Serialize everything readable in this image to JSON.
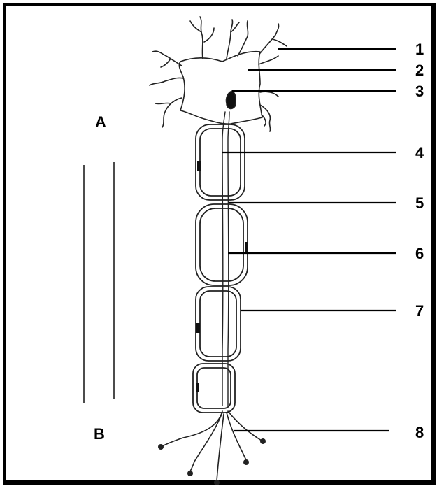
{
  "figure": {
    "letters": {
      "a": "A",
      "b": "B"
    },
    "numbers": [
      "1",
      "2",
      "3",
      "4",
      "5",
      "6",
      "7",
      "8"
    ]
  }
}
